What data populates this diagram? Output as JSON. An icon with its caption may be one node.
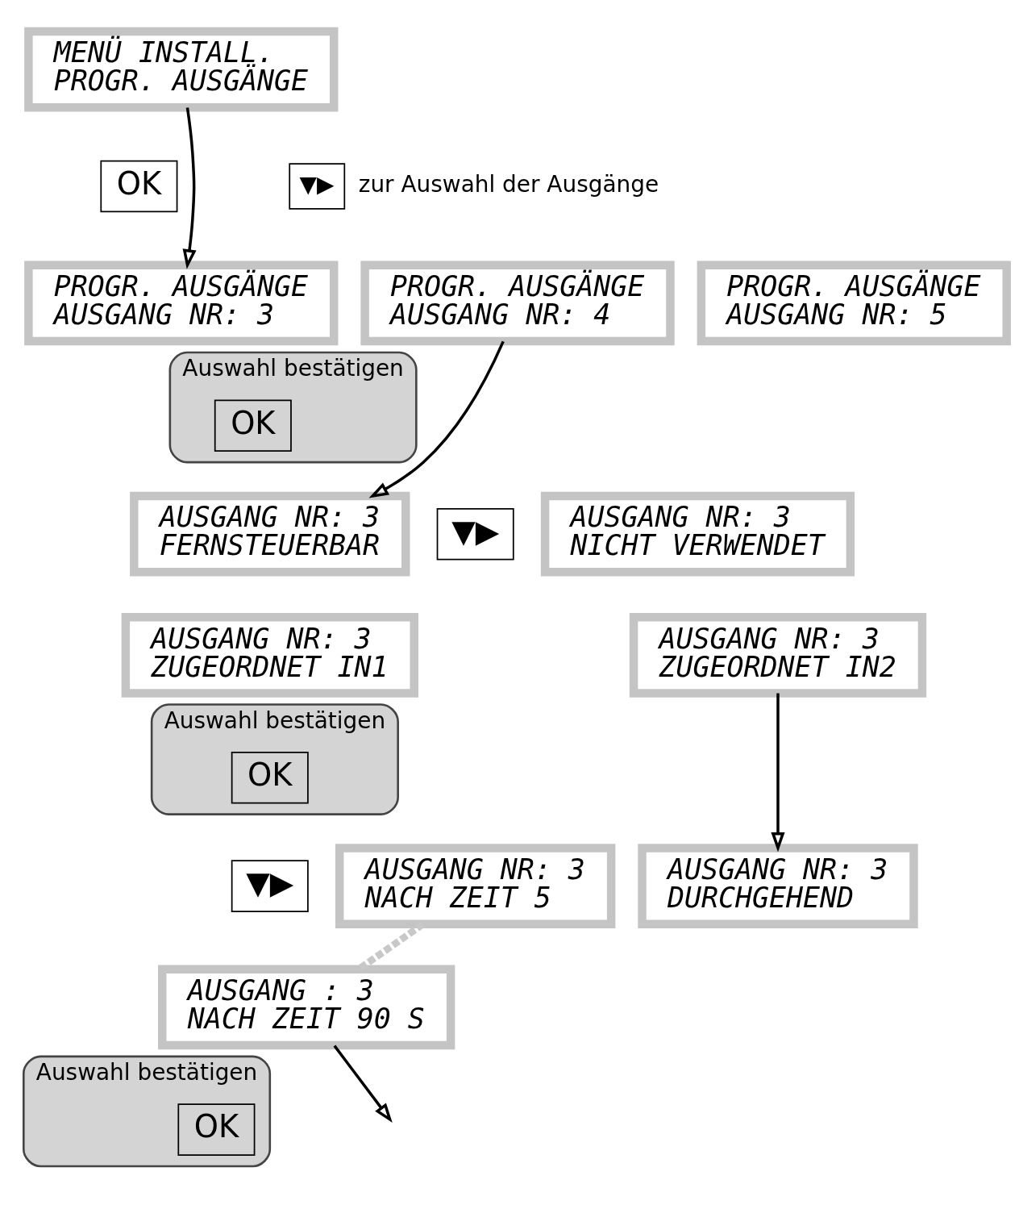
{
  "diagram": {
    "nodes": [
      {
        "text": [
          "MENÜ INSTALL.",
          "PROGR. AUSGÄNGE"
        ]
      },
      {
        "text": [
          "OK"
        ]
      },
      {
        "text": [
          "▼▶"
        ],
        "beside": [
          "zur Auswahl der Ausgänge"
        ]
      },
      {
        "text": [
          "PROGR. AUSGÄNGE",
          "AUSGANG NR: 3"
        ]
      },
      {
        "text": [
          "PROGR. AUSGÄNGE",
          "AUSGANG NR: 4"
        ]
      },
      {
        "text": [
          "PROGR. AUSGÄNGE",
          "AUSGANG NR: 5"
        ]
      },
      {
        "text": [
          "Auswahl bestätigen"
        ]
      },
      {
        "text": [
          "OK"
        ],
        "in": 6
      },
      {
        "text": [
          "AUSGANG NR: 3",
          "FERNSTEUERBAR"
        ]
      },
      {
        "text": [
          "▼▶"
        ]
      },
      {
        "text": [
          "AUSGANG NR: 3",
          "NICHT VERWENDET"
        ]
      },
      {
        "text": [
          "AUSGANG NR: 3",
          "ZUGEORDNET IN1"
        ]
      },
      {
        "text": [
          "AUSGANG NR: 3",
          "ZUGEORDNET IN2"
        ]
      },
      {
        "text": [
          "Auswahl bestätigen"
        ]
      },
      {
        "text": [
          "OK"
        ],
        "in": 13
      },
      {
        "text": [
          "AUSGANG NR: 3",
          "DURCHGEHEND"
        ]
      },
      {
        "text": [
          "▼▶"
        ]
      },
      {
        "text": [
          "AUSGANG NR: 3",
          "NACH ZEIT 5"
        ]
      },
      {
        "text": [
          "AUSGANG : 3",
          "NACH ZEIT 90 S"
        ]
      },
      {
        "text": [
          "Auswahl bestätigen"
        ]
      },
      {
        "text": [
          "OK"
        ],
        "in": 19
      }
    ],
    "edges": [
      {
        "from": 0,
        "to": 3,
        "arrow": "to"
      },
      {
        "from": 4,
        "to": 8,
        "arrow": "to"
      },
      {
        "from": 12,
        "to": 15,
        "arrow": "to"
      },
      {
        "from": 17,
        "to": 18,
        "arrow": "none",
        "style": "dashed",
        "color": "#c8c8c8"
      },
      {
        "from": 18,
        "to": null,
        "arrow": "to"
      }
    ]
  }
}
